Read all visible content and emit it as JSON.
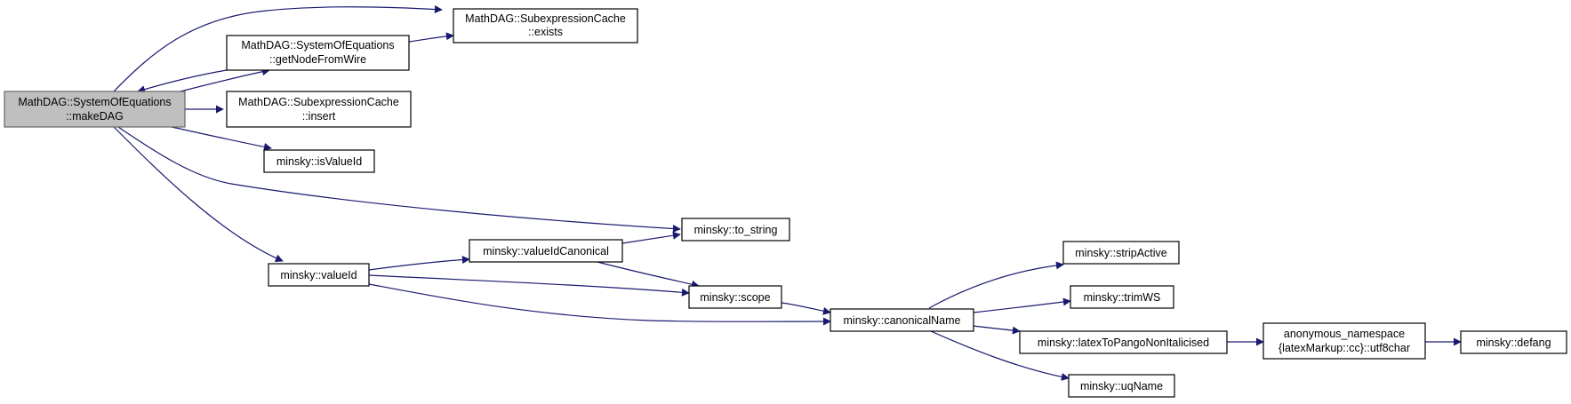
{
  "colors": {
    "edge": "#191970",
    "root_fill": "#bfbfbf",
    "box_fill": "#ffffff",
    "border": "#000000"
  },
  "nodes": {
    "makeDAG": {
      "lines": [
        "MathDAG::SystemOfEquations",
        "::makeDAG"
      ]
    },
    "exists": {
      "lines": [
        "MathDAG::SubexpressionCache",
        "::exists"
      ]
    },
    "getNodeFromWire": {
      "lines": [
        "MathDAG::SystemOfEquations",
        "::getNodeFromWire"
      ]
    },
    "insert": {
      "lines": [
        "MathDAG::SubexpressionCache",
        "::insert"
      ]
    },
    "isValueId": {
      "lines": [
        "minsky::isValueId"
      ]
    },
    "to_string": {
      "lines": [
        "minsky::to_string"
      ]
    },
    "valueId": {
      "lines": [
        "minsky::valueId"
      ]
    },
    "valueIdCanonical": {
      "lines": [
        "minsky::valueIdCanonical"
      ]
    },
    "scope": {
      "lines": [
        "minsky::scope"
      ]
    },
    "canonicalName": {
      "lines": [
        "minsky::canonicalName"
      ]
    },
    "stripActive": {
      "lines": [
        "minsky::stripActive"
      ]
    },
    "trimWS": {
      "lines": [
        "minsky::trimWS"
      ]
    },
    "latexToPango": {
      "lines": [
        "minsky::latexToPangoNonItalicised"
      ]
    },
    "uqName": {
      "lines": [
        "minsky::uqName"
      ]
    },
    "utf8char": {
      "lines": [
        "anonymous_namespace",
        "{latexMarkup::cc}::utf8char"
      ]
    },
    "defang": {
      "lines": [
        "minsky::defang"
      ]
    }
  },
  "edges": [
    [
      "makeDAG",
      "exists"
    ],
    [
      "makeDAG",
      "getNodeFromWire"
    ],
    [
      "getNodeFromWire",
      "makeDAG"
    ],
    [
      "getNodeFromWire",
      "exists"
    ],
    [
      "makeDAG",
      "insert"
    ],
    [
      "makeDAG",
      "isValueId"
    ],
    [
      "makeDAG",
      "to_string"
    ],
    [
      "makeDAG",
      "valueId"
    ],
    [
      "valueId",
      "valueIdCanonical"
    ],
    [
      "valueId",
      "scope"
    ],
    [
      "valueId",
      "canonicalName"
    ],
    [
      "valueIdCanonical",
      "to_string"
    ],
    [
      "valueIdCanonical",
      "scope"
    ],
    [
      "scope",
      "canonicalName"
    ],
    [
      "canonicalName",
      "stripActive"
    ],
    [
      "canonicalName",
      "trimWS"
    ],
    [
      "canonicalName",
      "latexToPango"
    ],
    [
      "canonicalName",
      "uqName"
    ],
    [
      "latexToPango",
      "utf8char"
    ],
    [
      "utf8char",
      "defang"
    ]
  ]
}
